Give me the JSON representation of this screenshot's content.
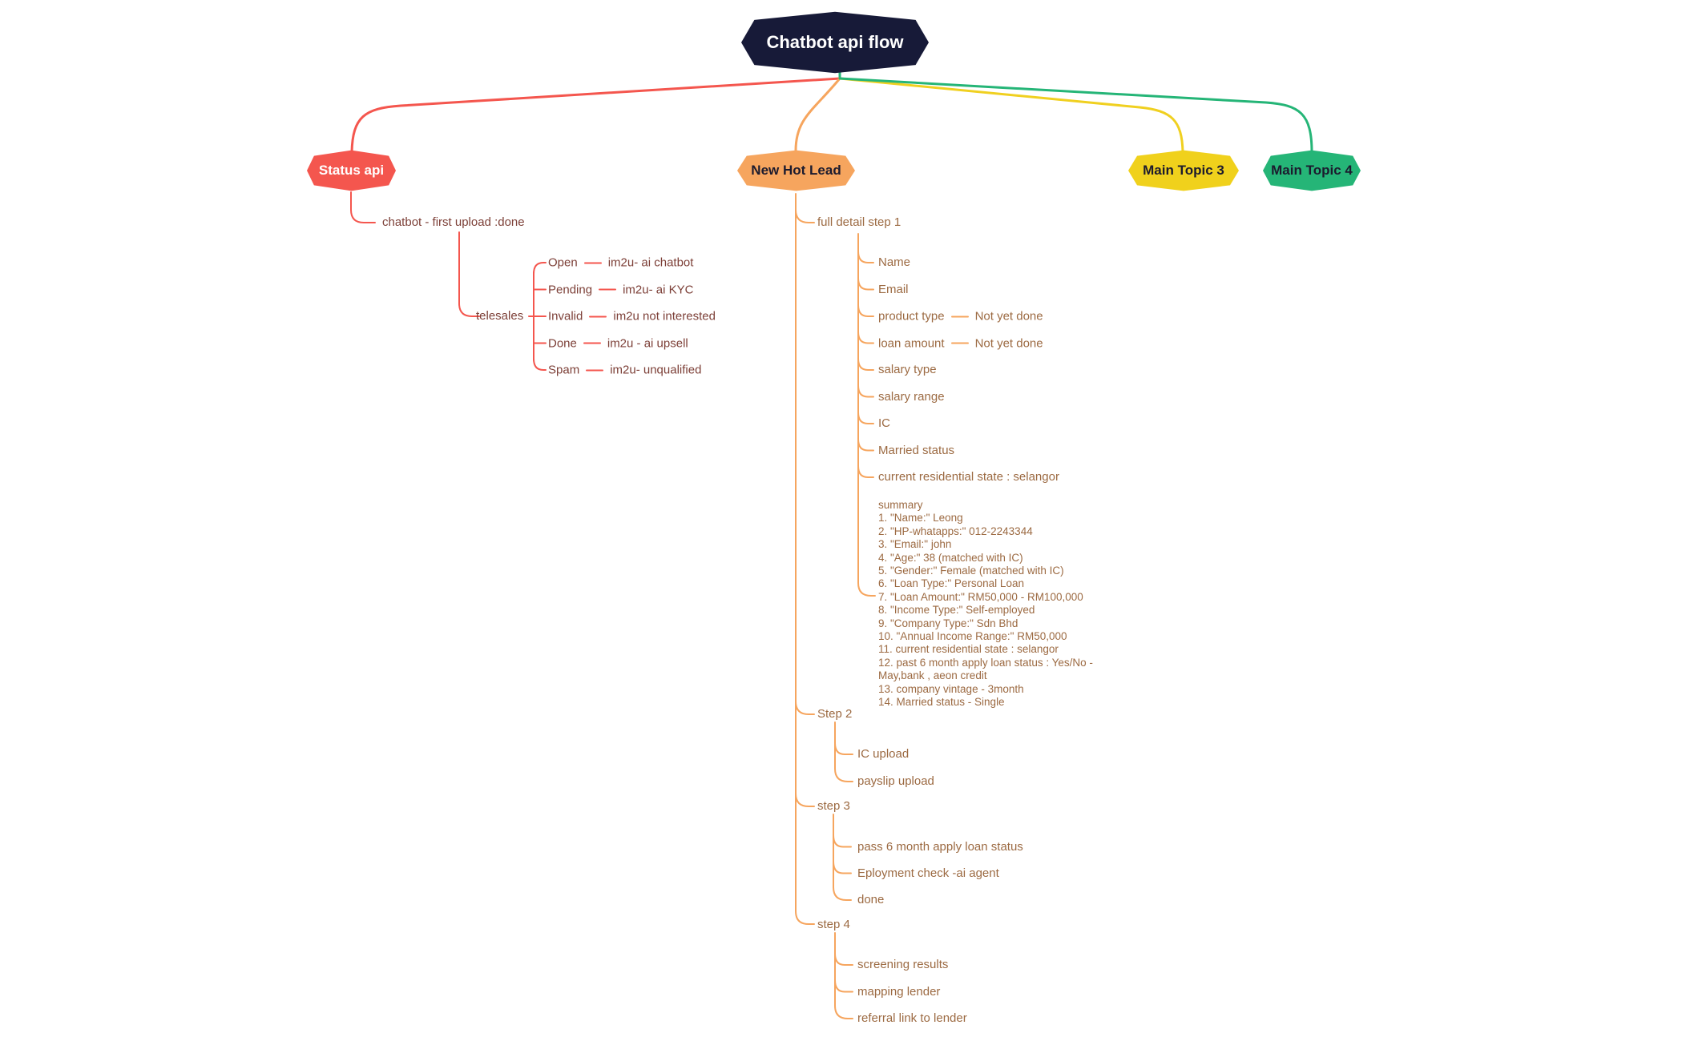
{
  "root": {
    "label": "Chatbot api flow"
  },
  "topics": {
    "status": "Status api",
    "lead": "New Hot Lead",
    "topic3": "Main Topic 3",
    "topic4": "Main Topic 4"
  },
  "colors": {
    "root_fill": "#171a38",
    "status_fill": "#f4564e",
    "lead_fill": "#f6a55e",
    "topic3_fill": "#f0d11c",
    "topic4_fill": "#25b577",
    "line_red": "#f4564e",
    "line_orange": "#f6a55e",
    "line_yellow": "#f0d020",
    "line_green": "#25b577",
    "status_branch_text": "#7d4038",
    "lead_branch_text": "#9c6a42"
  },
  "status": {
    "upload_label": "chatbot - first upload :done",
    "telesales_label": "telesales",
    "rows": [
      {
        "label": "Open",
        "value": "im2u- ai chatbot"
      },
      {
        "label": "Pending",
        "value": "im2u- ai KYC"
      },
      {
        "label": "Invalid",
        "value": "im2u not interested"
      },
      {
        "label": "Done",
        "value": "im2u - ai upsell"
      },
      {
        "label": "Spam",
        "value": "im2u- unqualified"
      }
    ]
  },
  "lead": {
    "step1": {
      "label": "full detail step 1",
      "fields": [
        {
          "label": "Name"
        },
        {
          "label": "Email"
        },
        {
          "label": "product type",
          "value": "Not yet done"
        },
        {
          "label": "loan amount",
          "value": "Not yet done"
        },
        {
          "label": "salary type"
        },
        {
          "label": "salary range"
        },
        {
          "label": "IC"
        },
        {
          "label": "Married status"
        },
        {
          "label": "current residential state : selangor"
        }
      ],
      "summary_lines": [
        "summary",
        "1. \"Name:\" Leong",
        "2. \"HP-whatapps:\" 012-2243344",
        "3. \"Email:\" john",
        "4. \"Age:\" 38 (matched with IC)",
        "5. \"Gender:\" Female (matched with IC)",
        "6. \"Loan Type:\" Personal Loan",
        "7. \"Loan Amount:\" RM50,000 - RM100,000",
        "8. \"Income Type:\" Self-employed",
        "9. \"Company Type:\" Sdn Bhd",
        "10. \"Annual Income Range:\" RM50,000",
        "11. current residential state : selangor",
        "12. past 6 month apply loan status : Yes/No - May,bank , aeon credit",
        "13. company vintage - 3month",
        "14. Married status - Single"
      ]
    },
    "step2": {
      "label": "Step 2",
      "children": [
        "IC upload",
        "payslip upload"
      ]
    },
    "step3": {
      "label": "step 3",
      "children": [
        "pass 6 month apply loan status",
        "Eployment check -ai agent",
        "done"
      ]
    },
    "step4": {
      "label": "step 4",
      "children": [
        "screening results",
        "mapping lender",
        "referral link to lender"
      ]
    }
  }
}
